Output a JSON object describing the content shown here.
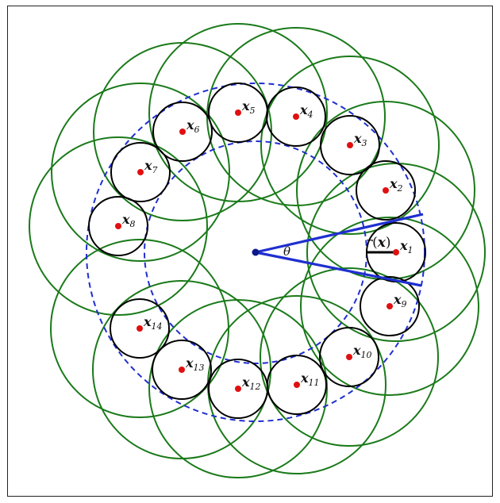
{
  "diagram": {
    "center_label": "θ",
    "radius_label_r": "r",
    "radius_label_arg_open": "(",
    "radius_label_arg": "x",
    "radius_label_arg_close": ")",
    "point_symbol": "x",
    "point_indices": [
      "1",
      "2",
      "3",
      "4",
      "5",
      "6",
      "7",
      "8",
      "9",
      "10",
      "11",
      "12",
      "13",
      "14"
    ],
    "colors": {
      "large_circle": "#1a7a1a",
      "small_circle": "#000000",
      "dashed_circle": "#1f2fd0",
      "point": "#e01010",
      "rays": "#1f2fd0",
      "center": "#0b1a8a"
    }
  }
}
